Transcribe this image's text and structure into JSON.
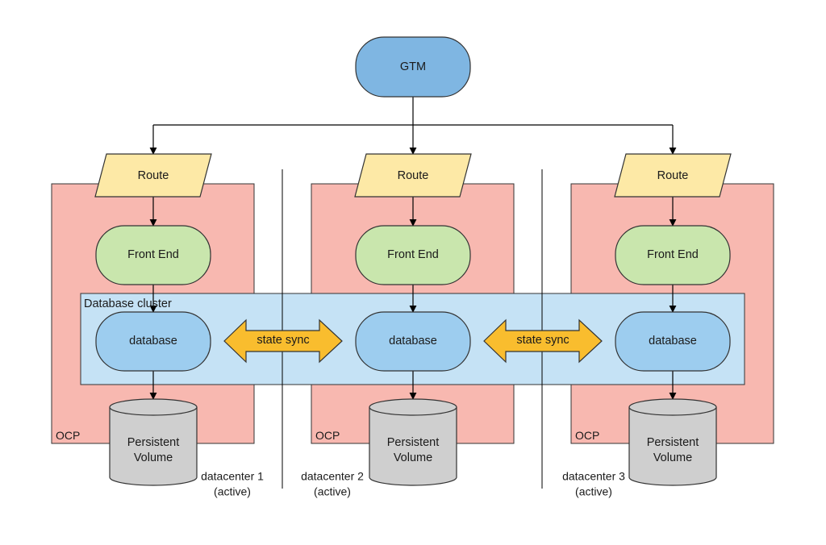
{
  "gtm": {
    "label": "GTM"
  },
  "datacenters": [
    {
      "route": "Route",
      "front_end": "Front End",
      "database": "database",
      "volume_line1": "Persistent",
      "volume_line2": "Volume",
      "platform": "OCP",
      "name": "datacenter 1",
      "status": "(active)"
    },
    {
      "route": "Route",
      "front_end": "Front End",
      "database": "database",
      "volume_line1": "Persistent",
      "volume_line2": "Volume",
      "platform": "OCP",
      "name": "datacenter 2",
      "status": "(active)"
    },
    {
      "route": "Route",
      "front_end": "Front End",
      "database": "database",
      "volume_line1": "Persistent",
      "volume_line2": "Volume",
      "platform": "OCP",
      "name": "datacenter 3",
      "status": "(active)"
    }
  ],
  "cluster": {
    "label": "Database cluster"
  },
  "sync_arrows": [
    {
      "label": "state sync"
    },
    {
      "label": "state sync"
    }
  ],
  "colors": {
    "gtm_fill": "#7fb6e2",
    "route_fill": "#fde9a6",
    "ocp_fill": "#f8b8b0",
    "front_end_fill": "#c9e6ad",
    "cluster_fill": "#c5e2f5",
    "database_fill": "#9dcdef",
    "volume_fill": "#cfcfcf",
    "sync_fill": "#f9bd2e"
  }
}
